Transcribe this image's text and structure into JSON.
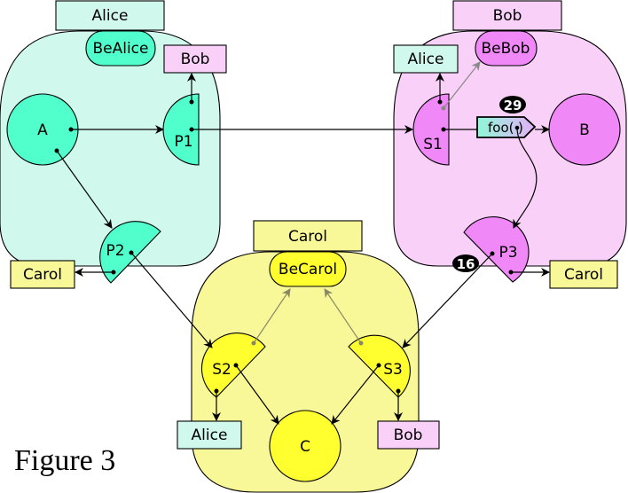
{
  "colors": {
    "alice_bg": "#d0f8ec",
    "alice_fill": "#50ffcc",
    "bob_bg": "#f8d0f8",
    "bob_fill": "#f088f8",
    "carol_bg": "#f8f898",
    "carol_fill": "#ffff30"
  },
  "caption": "Figure 3",
  "vats": [
    {
      "id": "alice",
      "title": "Alice",
      "be": "BeAlice"
    },
    {
      "id": "bob",
      "title": "Bob",
      "be": "BeBob"
    },
    {
      "id": "carol",
      "title": "Carol",
      "be": "BeCarol"
    }
  ],
  "objects": {
    "A": "A",
    "B": "B",
    "C": "C"
  },
  "facets": {
    "P1": "P1",
    "P2": "P2",
    "P3": "P3",
    "S1": "S1",
    "S2": "S2",
    "S3": "S3"
  },
  "refs": {
    "alice_to_bob": "Bob",
    "alice_to_carol": "Carol",
    "bob_to_alice": "Alice",
    "bob_to_carol": "Carol",
    "carol_to_alice": "Alice",
    "carol_to_bob": "Bob"
  },
  "message": {
    "label": "foo(",
    "close": ")",
    "badge": "29"
  },
  "badge_p3": "16"
}
